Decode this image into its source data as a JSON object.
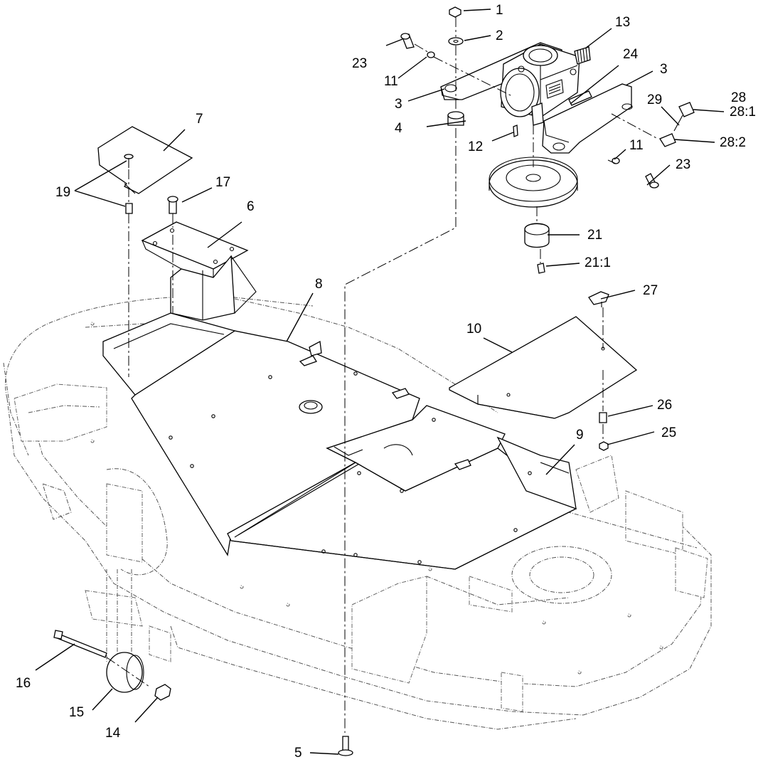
{
  "callouts": {
    "c1": "1",
    "c2": "2",
    "c3a": "3",
    "c3b": "3",
    "c4": "4",
    "c5": "5",
    "c6": "6",
    "c7": "7",
    "c8": "8",
    "c9": "9",
    "c10": "10",
    "c11a": "11",
    "c11b": "11",
    "c12": "12",
    "c13": "13",
    "c14": "14",
    "c15": "15",
    "c16": "16",
    "c17": "17",
    "c19": "19",
    "c21": "21",
    "c21_1": "21:1",
    "c23a": "23",
    "c23b": "23",
    "c24": "24",
    "c25": "25",
    "c26": "26",
    "c27": "27",
    "c28": "28",
    "c28_1": "28:1",
    "c28_2": "28:2",
    "c29": "29"
  }
}
